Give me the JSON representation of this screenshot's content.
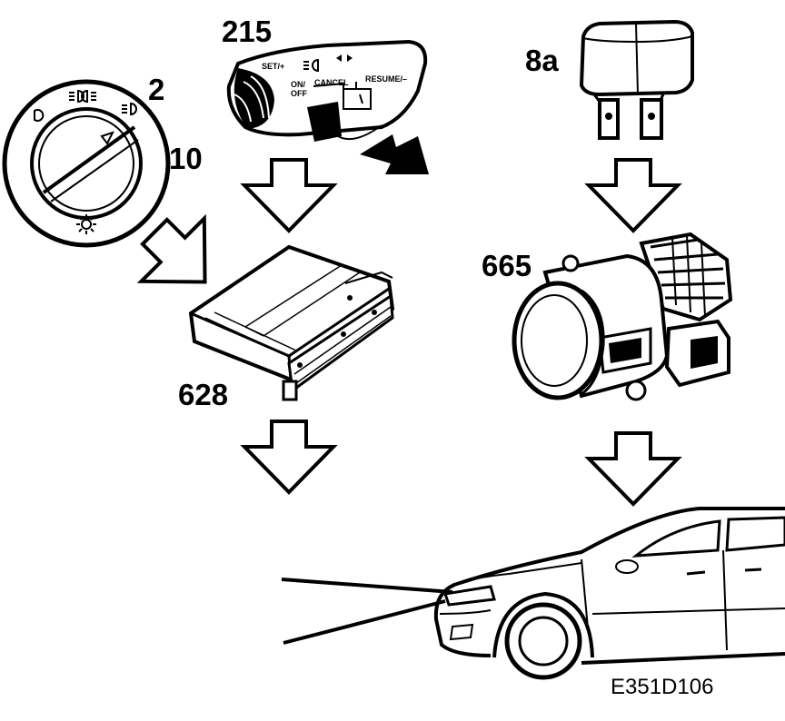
{
  "components": {
    "light_switch": {
      "label": "2",
      "label_b": "10",
      "icon": "headlight-rotary-switch"
    },
    "stalk": {
      "label": "215",
      "icon": "cruise-control-stalk",
      "texts": {
        "set": "SET/+",
        "onoff_1": "ON/",
        "onoff_2": "OFF",
        "cancel": "CANCEL",
        "resume": "RESUME/–"
      }
    },
    "relay": {
      "label": "8a",
      "icon": "relay"
    },
    "control_module": {
      "label": "628",
      "icon": "control-module"
    },
    "fog_lamp": {
      "label": "665",
      "icon": "fog-lamp"
    },
    "car": {
      "icon": "car-front-with-light-beams"
    }
  },
  "figure_code": "E351D106",
  "colors": {
    "ink": "#000000",
    "paper": "#ffffff"
  }
}
